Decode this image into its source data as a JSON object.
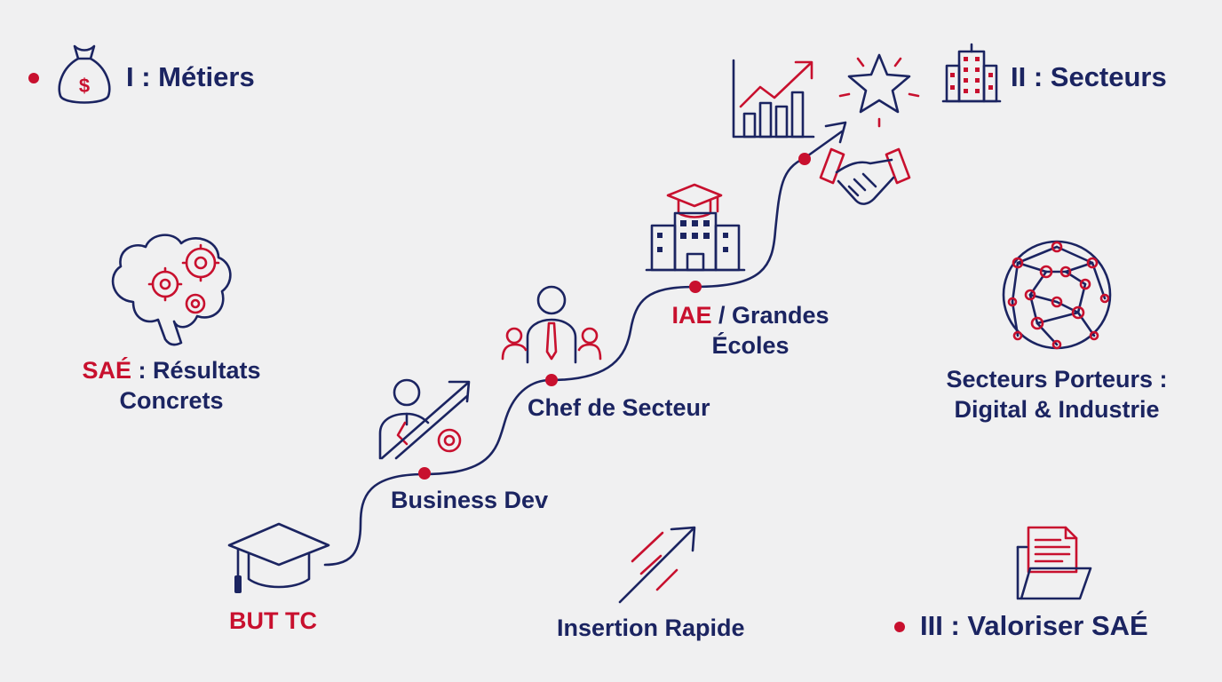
{
  "sections": {
    "metiers": "I : Métiers",
    "secteurs": "II : Secteurs",
    "valoriser": "III : Valoriser SAÉ"
  },
  "steps": {
    "but_tc": "BUT TC",
    "business_dev": "Business Dev",
    "chef_secteur": "Chef de Secteur",
    "iae_accent": "IAE",
    "iae_rest_line1": " / Grandes",
    "iae_line2": "Écoles"
  },
  "side_labels": {
    "sae_accent": "SAÉ",
    "sae_rest_line1": " : Résultats",
    "sae_line2": "Concrets",
    "secteurs_porteurs_line1": "Secteurs Porteurs :",
    "secteurs_porteurs_line2": "Digital & Industrie",
    "insertion": "Insertion Rapide"
  },
  "colors": {
    "navy": "#1b2461",
    "red": "#c8102e",
    "background": "#f0f0f1"
  },
  "icons": [
    "money-bag-icon",
    "building-icon",
    "brain-gears-icon",
    "network-globe-icon",
    "graduation-cap-icon",
    "person-growth-icon",
    "manager-team-icon",
    "school-building-icon",
    "growth-chart-icon",
    "star-icon",
    "handshake-icon",
    "rocket-arrow-icon",
    "folder-document-icon"
  ]
}
